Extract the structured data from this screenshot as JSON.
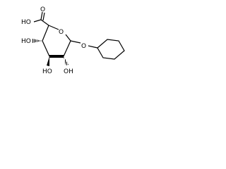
{
  "molecule": {
    "labels": {
      "carboxyl": "HO",
      "carbonyl_o": "O",
      "ring_o": "O",
      "glyco_o": "O",
      "oh_c4": "HO",
      "oh_c3": "HO",
      "oh_c2": "OH"
    },
    "colors": {
      "ink": "#000000",
      "background": "#ffffff"
    }
  }
}
